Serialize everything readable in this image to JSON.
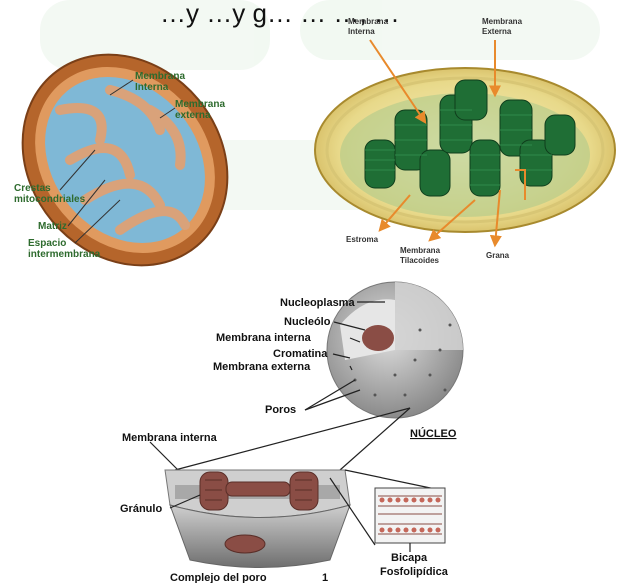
{
  "header": {
    "partial_text": "…y …y g…  … …, …"
  },
  "mitochondria": {
    "labels": {
      "membrana_interna": [
        "Membrana",
        "Interna"
      ],
      "membrana_externa": [
        "Membrana",
        "externa"
      ],
      "crestas": [
        "Crestas",
        "mitocondriales"
      ],
      "matriz": "Matriz",
      "espacio": [
        "Espacio",
        "intermembrana"
      ]
    }
  },
  "chloroplast": {
    "labels": {
      "membrana_interna": [
        "Membrana",
        "Interna"
      ],
      "membrana_externa": [
        "Membrana",
        "Externa"
      ],
      "estroma": "Estroma",
      "tilacoides": [
        "Membrana",
        "Tilacoides"
      ],
      "grana": "Grana"
    }
  },
  "nucleus": {
    "labels": {
      "nucleoplasma": "Nucleoplasma",
      "nucleolo": "Nucleólo",
      "membrana_interna": "Membrana interna",
      "cromatina": "Cromatina",
      "membrana_externa": "Membrana externa",
      "poros": "Poros",
      "nucleo": "NÚCLEO",
      "membrana_interna_2": "Membrana interna",
      "granulo": "Gránulo",
      "complejo": "Complejo del poro",
      "number": "1",
      "bicapa": [
        "Bicapa",
        "Fosfolipídica"
      ]
    }
  },
  "colors": {
    "mito_outer": "#b5652b",
    "mito_matrix": "#7fb8d6",
    "chloro_outer": "#e6d27a",
    "grana": "#1f6e35",
    "arrow": "#e88a2c",
    "nucleus_gray": "#b9b9b9",
    "pore_brown": "#8a4d45"
  }
}
